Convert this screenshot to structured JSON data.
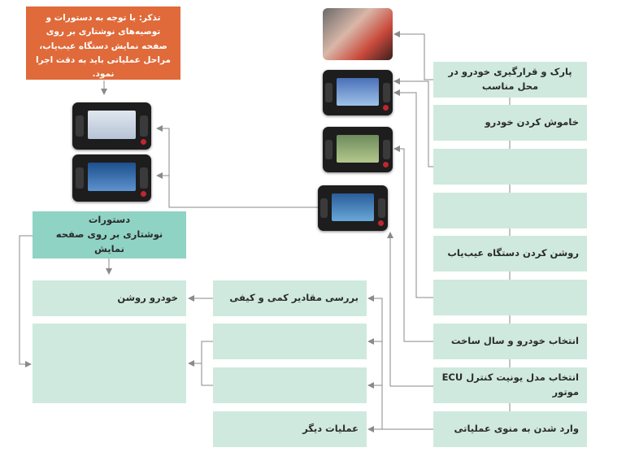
{
  "note": {
    "text": "تذکر: با توجه به دستورات و توصیه‌های نوشتاری بر روی صفحه نمایش دستگاه عیب‌یاب، مراحل عملیاتی باید به دقت اجرا نمود."
  },
  "steps": [
    "پارک و قرارگیری خودرو در محل مناسب",
    "خاموش کردن خودرو",
    "",
    "",
    "روشن کردن دستگاه عیب‌یاب",
    "",
    "انتخاب خودرو و سال ساخت",
    "انتخاب مدل یونیت کنترل ECU موتور",
    "وارد شدن به منوی عملیاتی"
  ],
  "middle": {
    "check": "بررسی مقادیر کمی و کیفی",
    "empty1": "",
    "empty2": "",
    "other_ops": "عملیات دیگر"
  },
  "left": {
    "instructions": "دستورات\nنوشتاری بر روی صفحه نمایش",
    "engine_on": "خودرو روشن",
    "big_empty": ""
  },
  "colors": {
    "box": "#cfe9df",
    "box_dark": "#8fd3c4",
    "note": "#e06a3a",
    "arrow": "#8a8a8a",
    "device": "#1d1d1d"
  }
}
